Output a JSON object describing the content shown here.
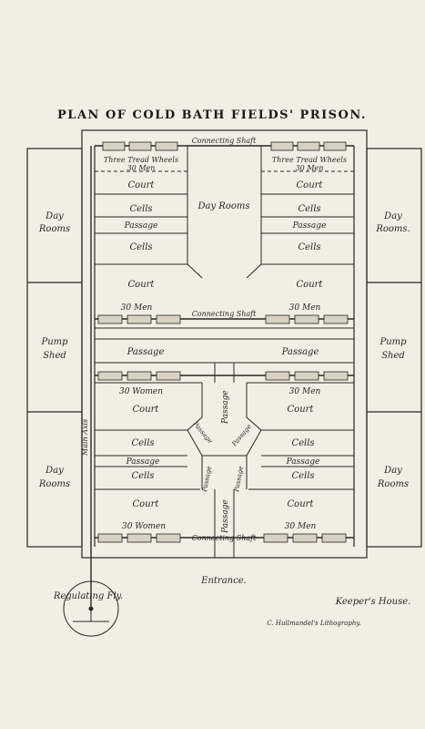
{
  "title": "PLAN OF COLD BATH FIELDS' PRISON.",
  "labels": {
    "connecting_shaft": "Connecting Shaft",
    "three_tread_wheels": "Three Tread Wheels",
    "men_30": "30 Men",
    "women_30": "30 Women",
    "court": "Court",
    "cells": "Cells",
    "passage": "Passage",
    "day_rooms": "Day Rooms",
    "day_rooms_side_1": "Day",
    "day_rooms_side_2": "Rooms",
    "day_rooms_dot_2": "Rooms.",
    "pump_1": "Pump",
    "pump_shed_2": "Shed",
    "main_axis": "Main Axis",
    "entrance": "Entrance.",
    "regulating_fly": "Regulating Fly.",
    "keepers_house": "Keeper's House.",
    "lithography": "C. Hullmandel's Lithography."
  }
}
